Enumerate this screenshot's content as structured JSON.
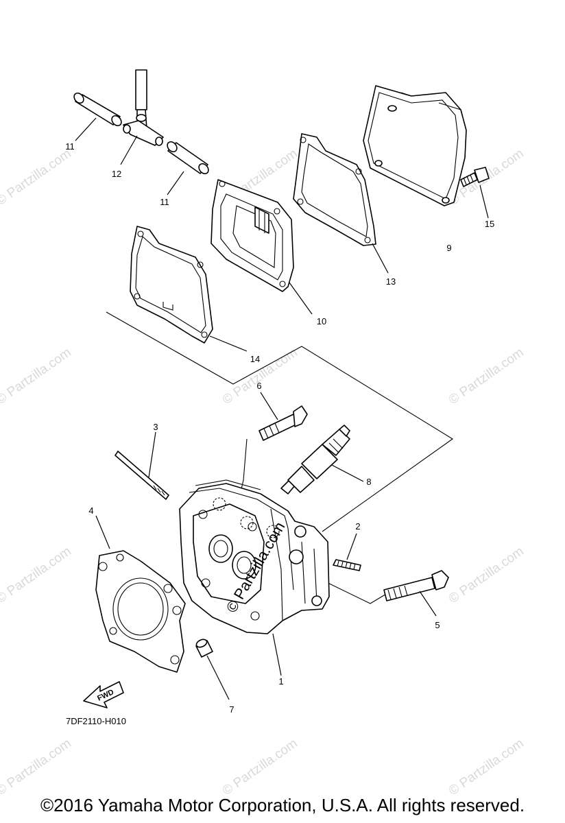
{
  "diagram": {
    "part_numbers": [
      "1",
      "2",
      "3",
      "4",
      "5",
      "6",
      "7",
      "8",
      "9",
      "10",
      "11",
      "11",
      "12",
      "13",
      "14",
      "15"
    ],
    "code": "7DF2110-H010",
    "fwd_label": "FWD",
    "watermark": "© Partzilla.com",
    "copyright": "©2016  Yamaha Motor Corporation, U.S.A. All rights reserved."
  }
}
